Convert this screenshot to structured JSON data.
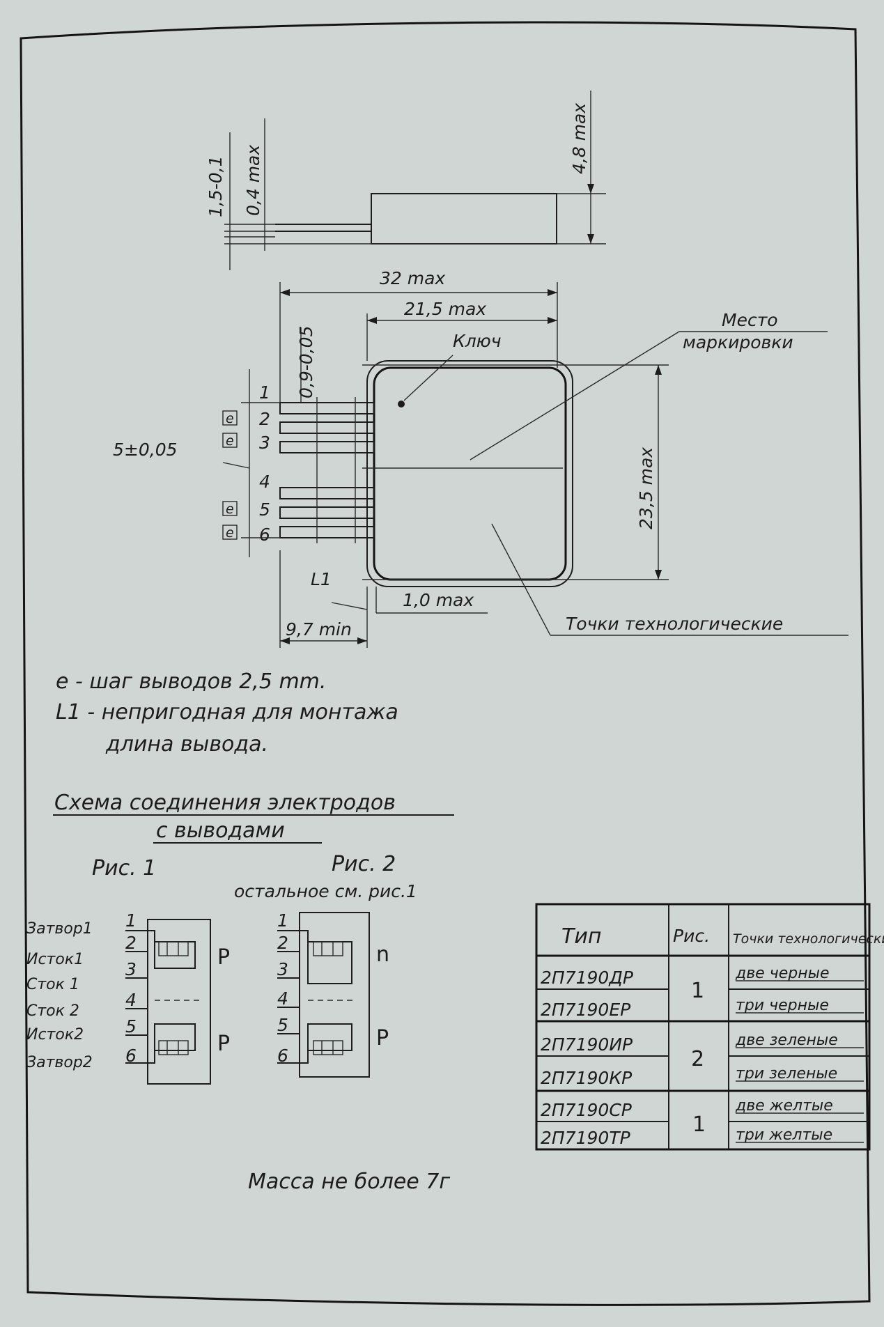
{
  "drawing": {
    "side_view": {
      "dim_lead_thickness": "1,5-0,1",
      "dim_lead_offset": "0,4 max",
      "dim_height": "4,8 max"
    },
    "top_view": {
      "dim_overall_length": "32 max",
      "dim_body_length": "21,5 max",
      "dim_lead_width": "0,9-0,05",
      "dim_lead_spacing": "5±0,05",
      "dim_body_width": "23,5 max",
      "dim_l1_symbol": "L1",
      "dim_l1_value": "1,0 max",
      "dim_lead_length": "9,7 min",
      "label_key": "Ключ",
      "label_marking_line1": "Место",
      "label_marking_line2": "маркировки",
      "label_tech_dots": "Точки технологические",
      "pin_numbers": [
        "1",
        "2",
        "3",
        "4",
        "5",
        "6"
      ],
      "pitch_marker": "e"
    },
    "notes": [
      "e - шаг выводов 2,5 mm.",
      "L1 - непригодная для монтажа",
      "длина вывода."
    ],
    "schema": {
      "title_line1": "Схема соединения электродов",
      "title_line2": "с выводами",
      "fig1_title": "Рис. 1",
      "fig2_title": "Рис. 2",
      "fig2_subtitle": "остальное см. рис.1",
      "pin_labels": [
        "Затвор1",
        "Исток1",
        "Сток 1",
        "Сток 2",
        "Исток2",
        "Затвор2"
      ],
      "pin_numbers": [
        "1",
        "2",
        "3",
        "4",
        "5",
        "6"
      ],
      "fig1_channels": [
        "P",
        "P"
      ],
      "fig2_channels": [
        "n",
        "P"
      ]
    },
    "table": {
      "headers": [
        "Тип",
        "Рис.",
        "Точки технологические"
      ],
      "rows": [
        {
          "type": "2П7190ДР",
          "fig": "1",
          "dots": "две черные"
        },
        {
          "type": "2П7190ЕР",
          "fig": "",
          "dots": "три черные"
        },
        {
          "type": "2П7190ИР",
          "fig": "2",
          "dots": "две зеленые"
        },
        {
          "type": "2П7190КР",
          "fig": "",
          "dots": "три зеленые"
        },
        {
          "type": "2П7190СР",
          "fig": "1",
          "dots": "две желтые"
        },
        {
          "type": "2П7190ТР",
          "fig": "",
          "dots": "три желтые"
        }
      ]
    },
    "mass_note": "Масса не более 7г"
  }
}
